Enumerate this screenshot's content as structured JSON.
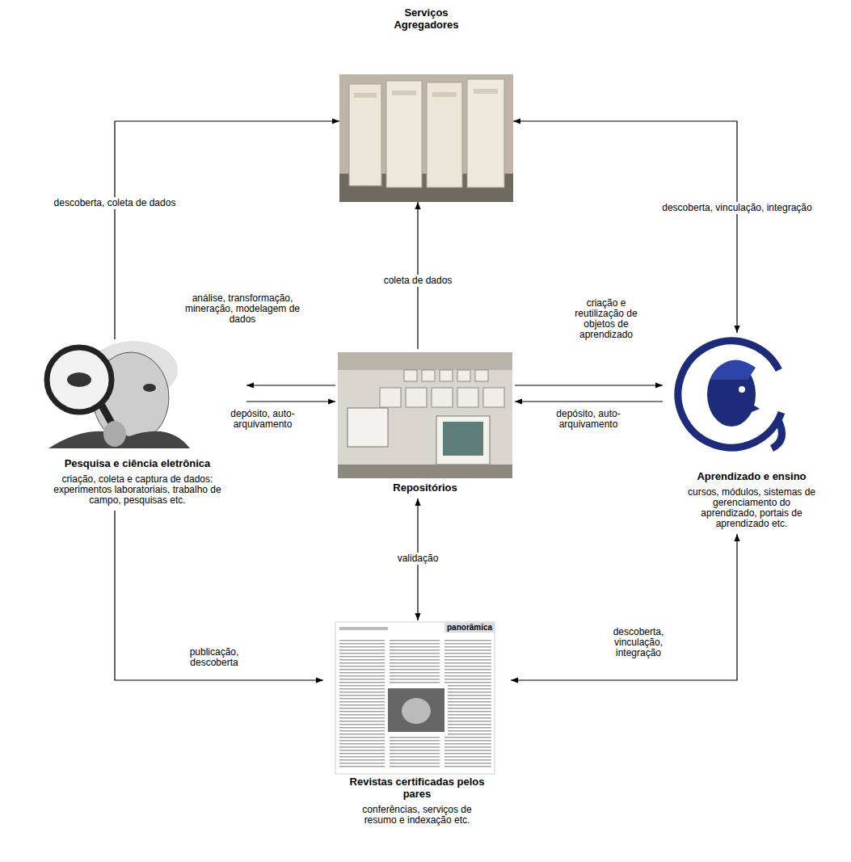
{
  "diagram": {
    "nodes": [
      {
        "text": [
          "Serviços Agregadores"
        ]
      },
      {
        "text": [
          "Pesquisa e ciência eletrônica",
          "criação, coleta e captura de dados: experimentos laboratoriais, trabalho de campo, pesquisas etc."
        ]
      },
      {
        "text": [
          "Repositórios"
        ]
      },
      {
        "text": [
          "Aprendizado e ensino",
          "cursos, módulos, sistemas de gerenciamento do aprendizado, portais de aprendizado etc."
        ]
      },
      {
        "text": [
          "Revistas certificadas pelos pares",
          "conferências, serviços de resumo e indexação etc."
        ]
      }
    ],
    "edges": [
      {
        "from": 1,
        "to": 0,
        "label": "descoberta, coleta de dados",
        "arrow": "to"
      },
      {
        "from": 0,
        "to": 3,
        "label": "descoberta, vinculação, integração",
        "arrow": "both"
      },
      {
        "from": 2,
        "to": 0,
        "label": "coleta de dados",
        "arrow": "to"
      },
      {
        "from": 2,
        "to": 1,
        "label": "análise, transformação, mineração, modelagem de dados",
        "arrow": "to"
      },
      {
        "from": 1,
        "to": 2,
        "label": "depósito, auto-arquivamento",
        "arrow": "to"
      },
      {
        "from": 2,
        "to": 3,
        "label": "criação e reutilização de objetos de aprendizado",
        "arrow": "to"
      },
      {
        "from": 3,
        "to": 2,
        "label": "depósito, auto-arquivamento",
        "arrow": "to"
      },
      {
        "from": 2,
        "to": 4,
        "label": "validação",
        "arrow": "both"
      },
      {
        "from": 1,
        "to": 4,
        "label": "publicação, descoberta",
        "arrow": "to"
      },
      {
        "from": 4,
        "to": 3,
        "label": "descoberta, vinculação, integração",
        "arrow": "both"
      }
    ],
    "labels": [
      "panorâmica"
    ]
  }
}
